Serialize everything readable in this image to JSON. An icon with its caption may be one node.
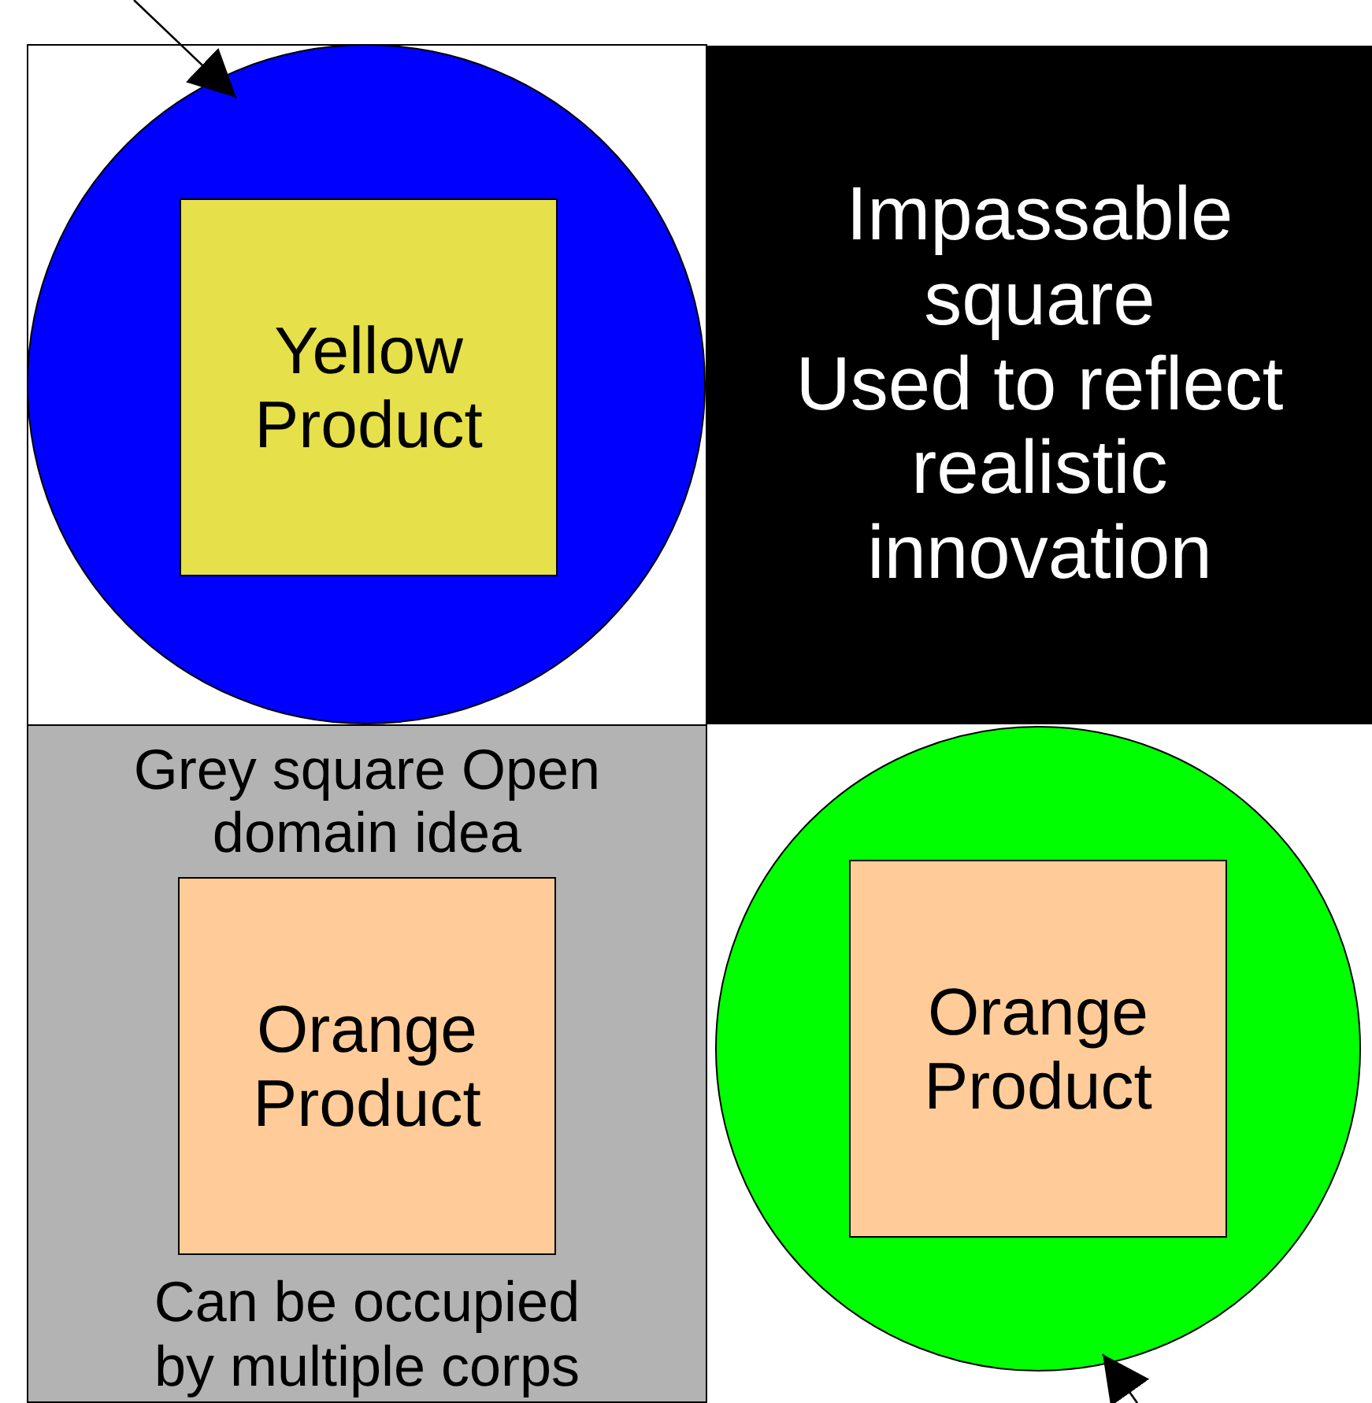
{
  "diagram": {
    "nodes": [
      {
        "text": [],
        "shape": "circle"
      },
      {
        "text": [
          "Yellow Product"
        ],
        "in": 0
      },
      {
        "text": [
          "Impassable square",
          "Used to reflect realistic innovation"
        ]
      },
      {
        "text": [
          "Grey square Open domain idea",
          "Can be occupied by multiple corps"
        ]
      },
      {
        "text": [
          "Orange Product"
        ],
        "in": 3
      },
      {
        "text": [],
        "shape": "circle"
      },
      {
        "text": [
          "Orange Product"
        ],
        "in": 5
      }
    ],
    "edges": [
      {
        "from": null,
        "to": 0,
        "arrow": "to"
      },
      {
        "from": null,
        "to": 5,
        "arrow": "to"
      }
    ]
  }
}
